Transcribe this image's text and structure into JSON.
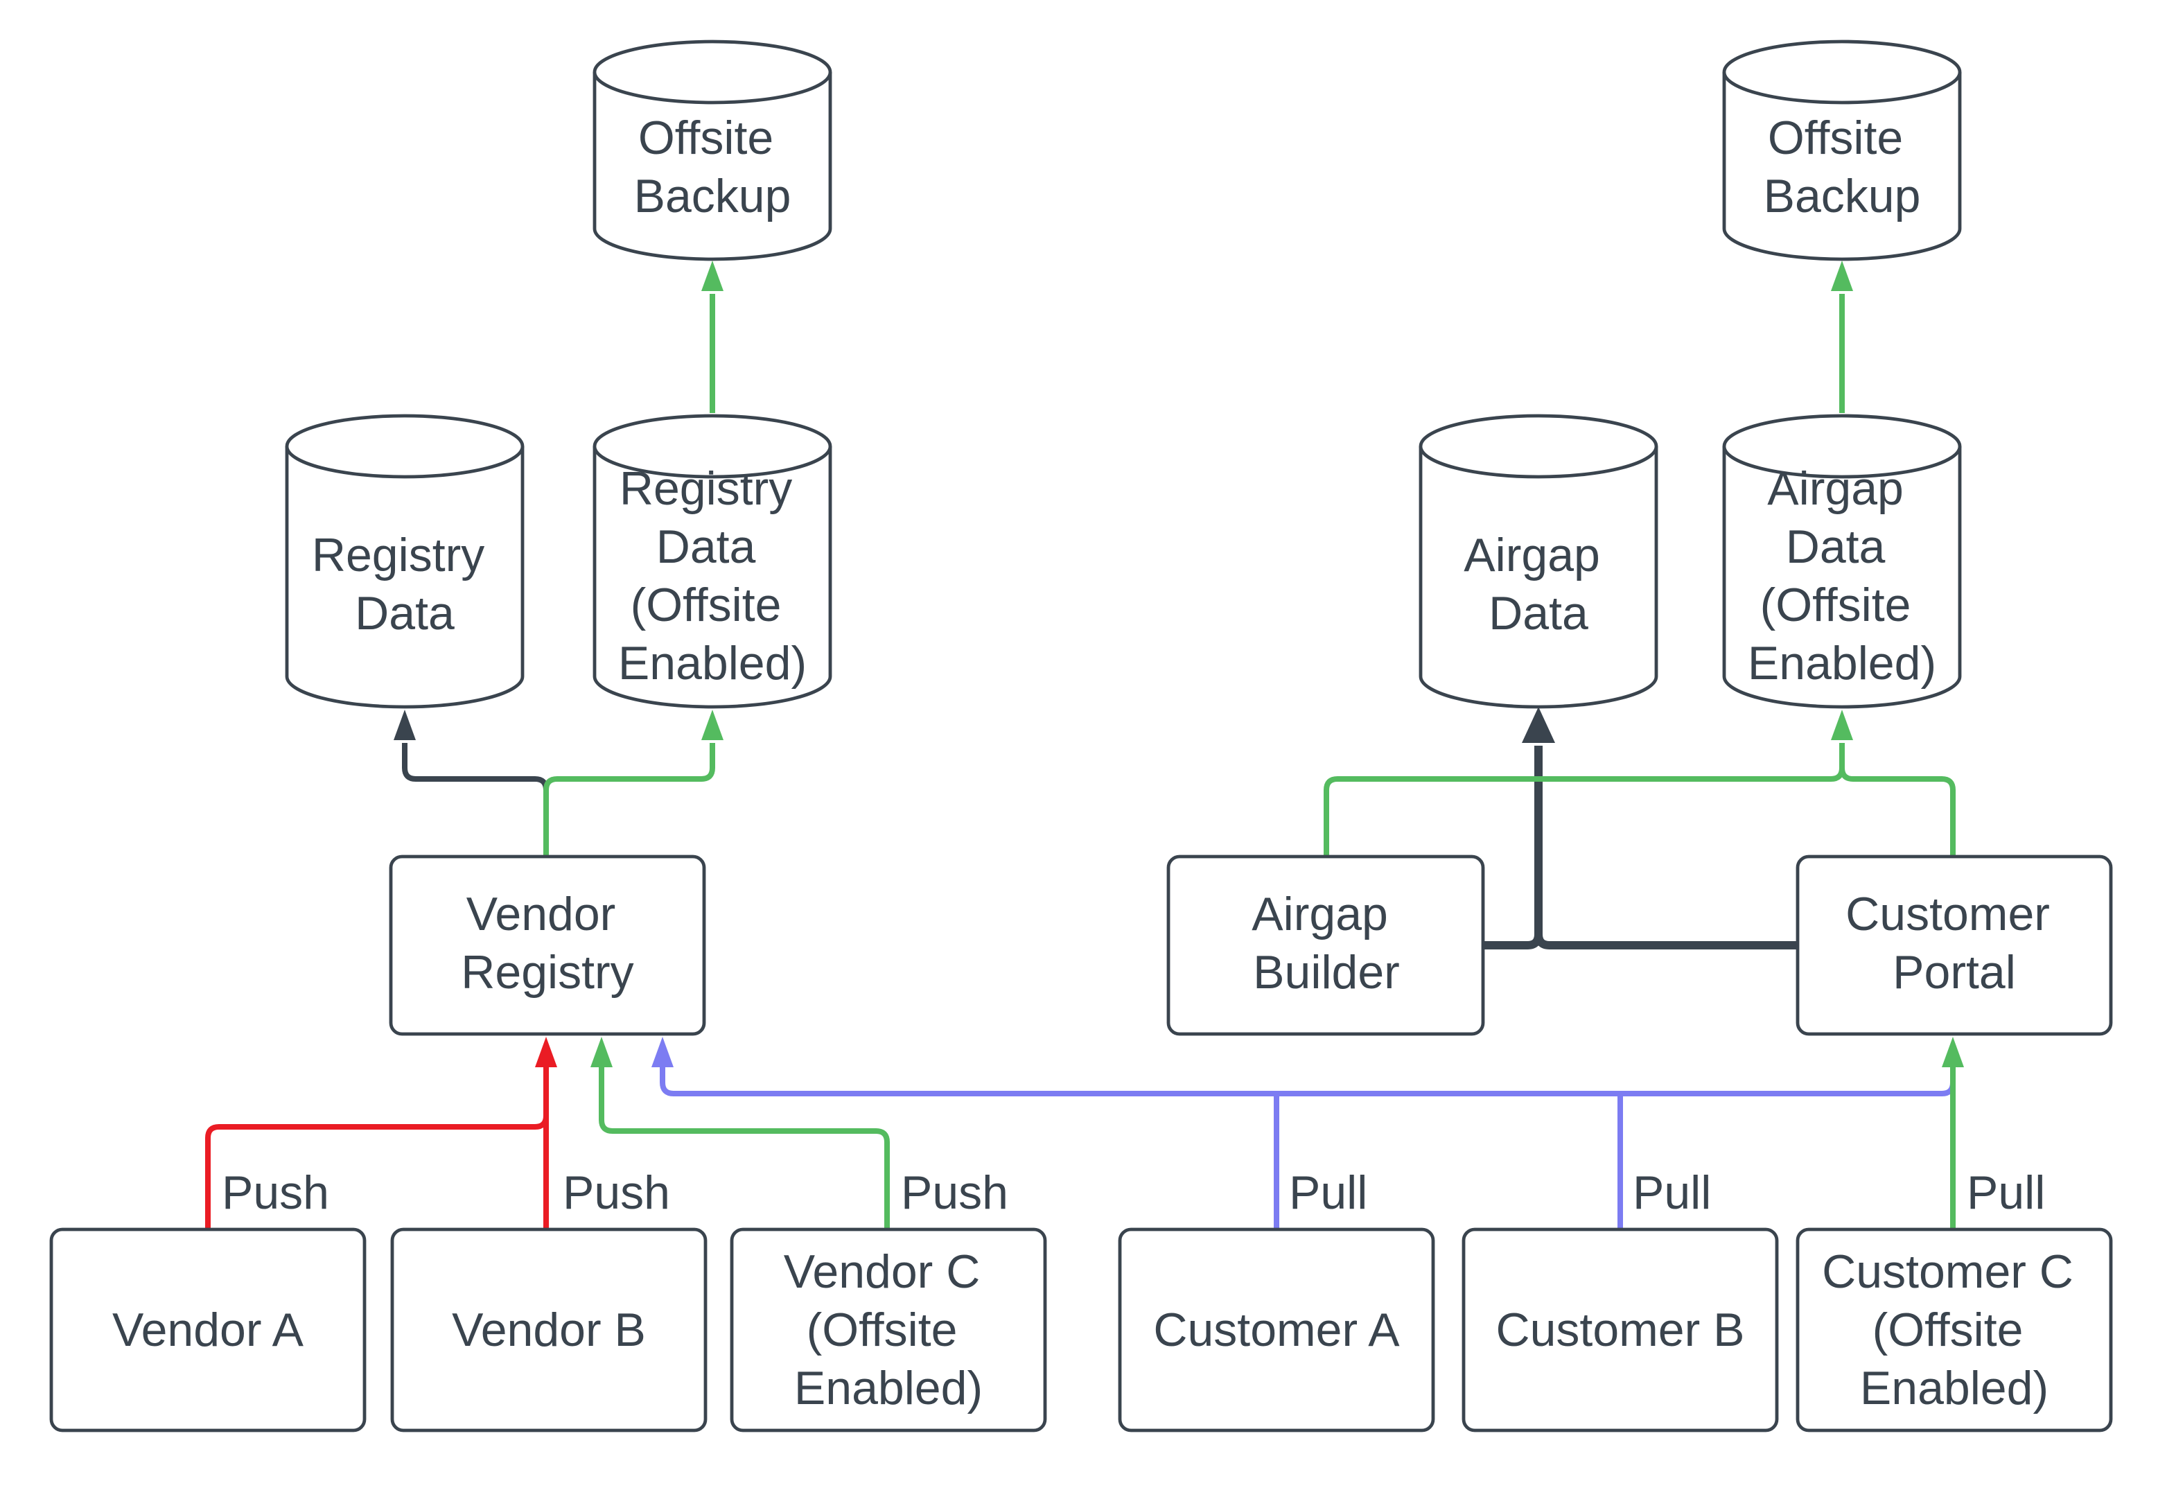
{
  "colors": {
    "background": "#ffffff",
    "dark": "#3a444e",
    "red": "#ea1c24",
    "green": "#54bb5f",
    "blue": "#7c7cf2"
  },
  "nodes": {
    "offsite_backup_left": {
      "type": "database",
      "lines": [
        "Offsite",
        "Backup"
      ]
    },
    "registry_data": {
      "type": "database",
      "lines": [
        "Registry",
        "Data"
      ]
    },
    "registry_data_offsite": {
      "type": "database",
      "lines": [
        "Registry",
        "Data",
        "(Offsite",
        "Enabled)"
      ]
    },
    "vendor_registry": {
      "type": "process",
      "lines": [
        "Vendor",
        "Registry"
      ]
    },
    "vendor_a": {
      "type": "process",
      "lines": [
        "Vendor A"
      ]
    },
    "vendor_b": {
      "type": "process",
      "lines": [
        "Vendor B"
      ]
    },
    "vendor_c": {
      "type": "process",
      "lines": [
        "Vendor C",
        "(Offsite",
        "Enabled)"
      ]
    },
    "offsite_backup_right": {
      "type": "database",
      "lines": [
        "Offsite",
        "Backup"
      ]
    },
    "airgap_data": {
      "type": "database",
      "lines": [
        "Airgap",
        "Data"
      ]
    },
    "airgap_data_offsite": {
      "type": "database",
      "lines": [
        "Airgap",
        "Data",
        "(Offsite",
        "Enabled)"
      ]
    },
    "airgap_builder": {
      "type": "process",
      "lines": [
        "Airgap",
        "Builder"
      ]
    },
    "customer_portal": {
      "type": "process",
      "lines": [
        "Customer",
        "Portal"
      ]
    },
    "customer_a": {
      "type": "process",
      "lines": [
        "Customer A"
      ]
    },
    "customer_b": {
      "type": "process",
      "lines": [
        "Customer B"
      ]
    },
    "customer_c": {
      "type": "process",
      "lines": [
        "Customer C",
        "(Offsite",
        "Enabled)"
      ]
    }
  },
  "edge_labels": {
    "vendor_a_push": "Push",
    "vendor_b_push": "Push",
    "vendor_c_push": "Push",
    "customer_a_pull": "Pull",
    "customer_b_pull": "Pull",
    "customer_c_pull": "Pull"
  }
}
